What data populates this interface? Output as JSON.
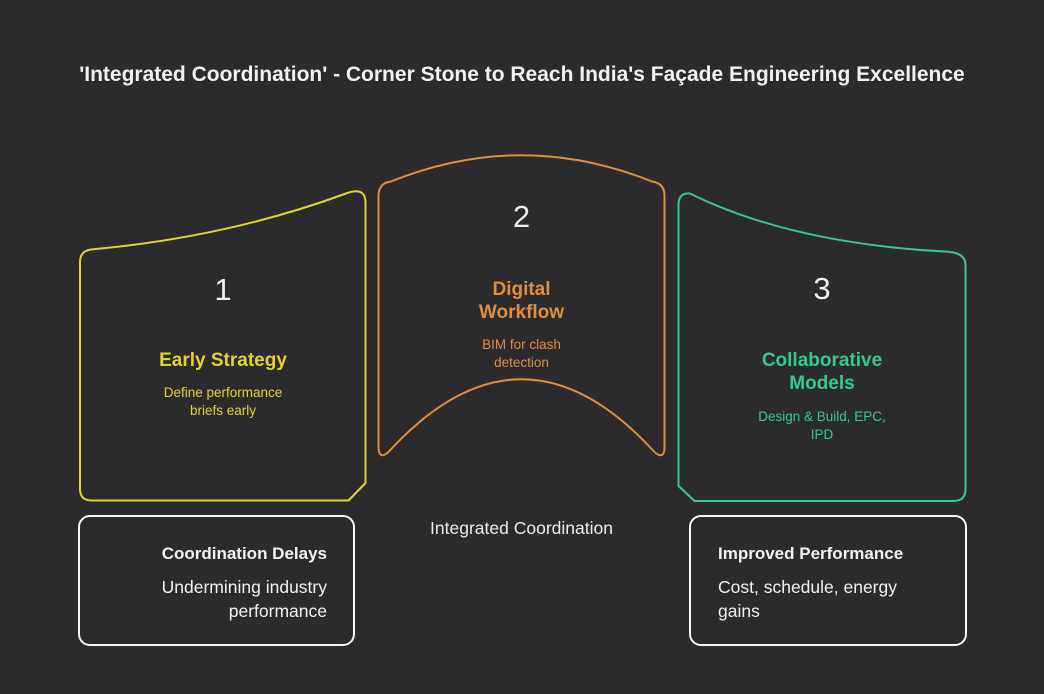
{
  "title": "'Integrated Coordination' - Corner Stone to Reach India's Façade Engineering Excellence",
  "colors": {
    "background": "#2b2b2d",
    "light": "#f2f2f2",
    "box-border": "#f5f5f5",
    "yellow": "#e6d22f",
    "orange": "#e08e3e",
    "green": "#35ca8d"
  },
  "panels": [
    {
      "number": "1",
      "title": "Early Strategy",
      "subtitle": "Define performance\nbriefs early",
      "color": "#e6d22f"
    },
    {
      "number": "2",
      "title": "Digital\nWorkflow",
      "subtitle": "BIM for clash\ndetection",
      "color": "#e08e3e"
    },
    {
      "number": "3",
      "title": "Collaborative\nModels",
      "subtitle": "Design & Build, EPC,\nIPD",
      "color": "#35ca8d"
    }
  ],
  "center_label": "Integrated Coordination",
  "callouts": [
    {
      "title": "Coordination Delays",
      "body": "Undermining industry\nperformance"
    },
    {
      "title": "Improved Performance",
      "body": "Cost, schedule, energy\ngains"
    }
  ]
}
